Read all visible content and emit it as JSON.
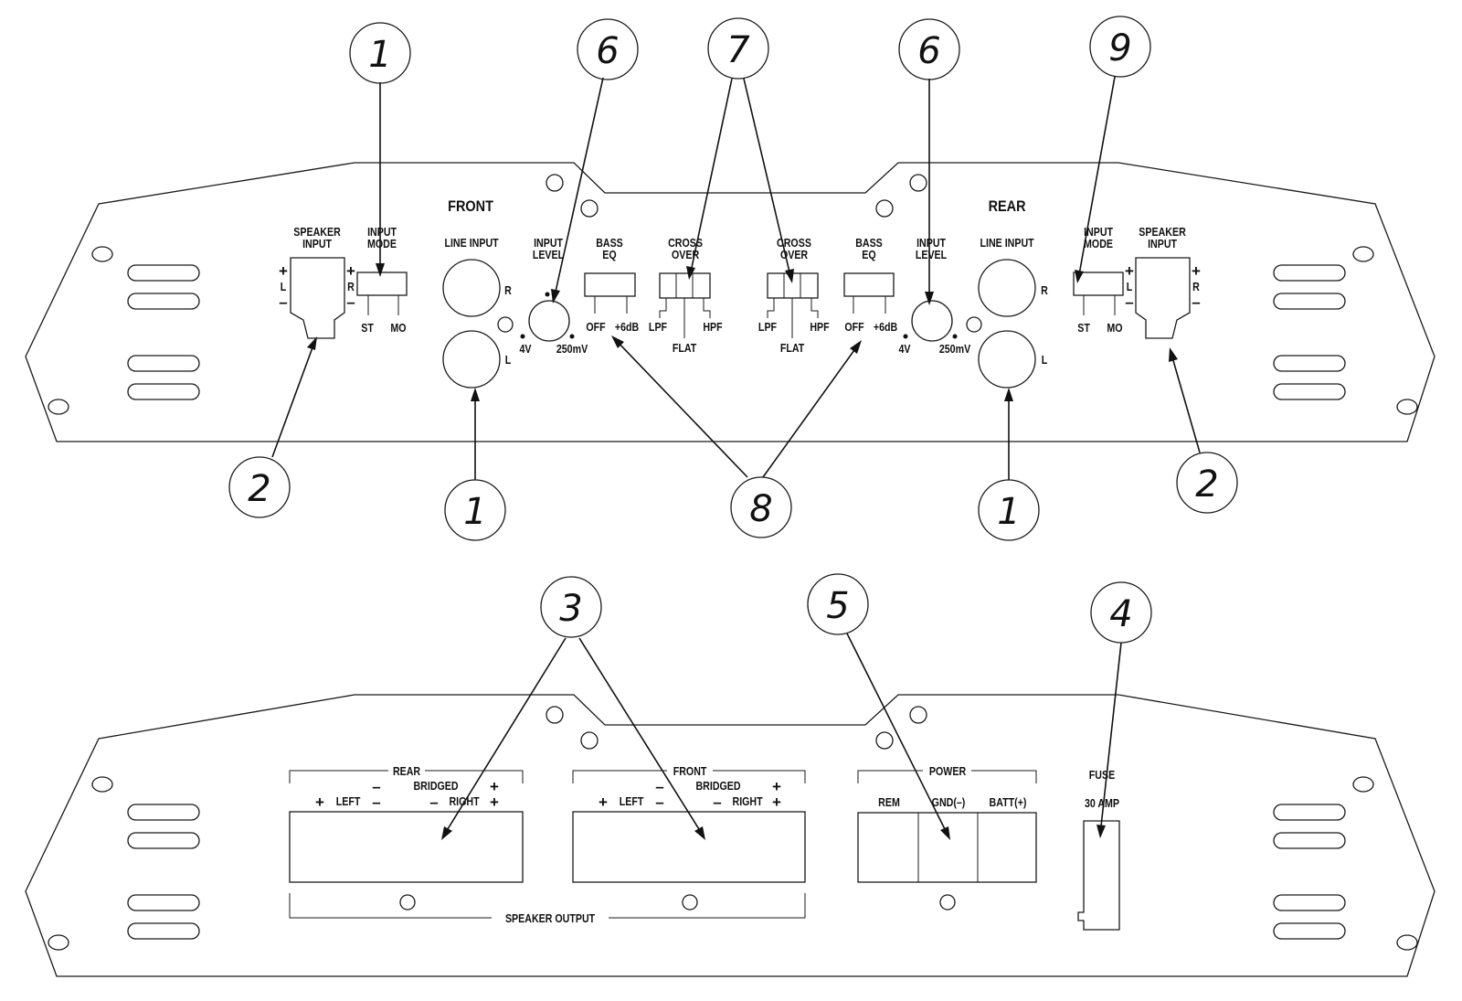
{
  "panel_top": {
    "front": {
      "title": "FRONT",
      "speaker_input": [
        "SPEAKER",
        "INPUT"
      ],
      "input_mode": [
        "INPUT",
        "MODE"
      ],
      "mode_st": "ST",
      "mode_mo": "MO",
      "line_input": "LINE INPUT",
      "ch_r": "R",
      "ch_l": "L",
      "input_level": [
        "INPUT",
        "LEVEL"
      ],
      "level_min": "4V",
      "level_max": "250mV",
      "bass_eq": [
        "BASS",
        "EQ"
      ],
      "eq_off": "OFF",
      "eq_boost": "+6dB",
      "crossover": [
        "CROSS",
        "OVER"
      ],
      "xo_lpf": "LPF",
      "xo_hpf": "HPF",
      "xo_flat": "FLAT"
    },
    "rear": {
      "title": "REAR",
      "speaker_input": [
        "SPEAKER",
        "INPUT"
      ],
      "input_mode": [
        "INPUT",
        "MODE"
      ],
      "mode_st": "ST",
      "mode_mo": "MO",
      "line_input": "LINE INPUT",
      "ch_r": "R",
      "ch_l": "L",
      "input_level": [
        "INPUT",
        "LEVEL"
      ],
      "level_min": "4V",
      "level_max": "250mV",
      "bass_eq": [
        "BASS",
        "EQ"
      ],
      "eq_off": "OFF",
      "eq_boost": "+6dB",
      "crossover": [
        "CROSS",
        "OVER"
      ],
      "xo_lpf": "LPF",
      "xo_hpf": "HPF",
      "xo_flat": "FLAT"
    },
    "sign_plus": "+",
    "sign_minus": "–"
  },
  "panel_bottom": {
    "rear_block": "REAR",
    "front_block": "FRONT",
    "bridged": "BRIDGED",
    "left": "LEFT",
    "right": "RIGHT",
    "speaker_output": "SPEAKER OUTPUT",
    "power": "POWER",
    "rem": "REM",
    "gnd": "GND(–)",
    "batt": "BATT(+)",
    "fuse": "FUSE",
    "fuse_rating": "30 AMP",
    "sign_plus": "+",
    "sign_minus": "–"
  },
  "callouts": {
    "top": [
      "1",
      "6",
      "7",
      "6",
      "9"
    ],
    "mid": [
      "2",
      "1",
      "8",
      "1",
      "2"
    ],
    "bottom": [
      "3",
      "5",
      "4"
    ]
  }
}
